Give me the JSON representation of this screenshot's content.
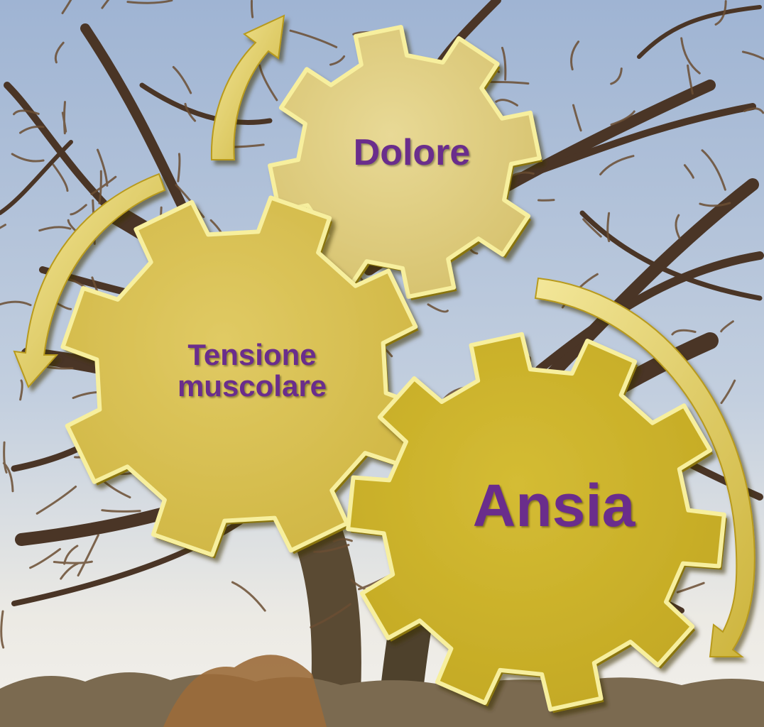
{
  "diagram": {
    "gears": [
      {
        "id": "dolore",
        "label": "Dolore"
      },
      {
        "id": "tensione",
        "label_lines": [
          "Tensione",
          "muscolare"
        ]
      },
      {
        "id": "ansia",
        "label": "Ansia"
      }
    ]
  },
  "colors": {
    "gear_light": "#e2d083",
    "gear_mid": "#d9c25a",
    "gear_dark": "#c9b02a",
    "gear_edge": "#f7ef9e",
    "gear_shadow": "#8a7410",
    "label": "#6a2d8c",
    "sky_top": "#9fb4d3",
    "sky_bottom": "#f2f0ec",
    "branch": "#4a3526"
  }
}
